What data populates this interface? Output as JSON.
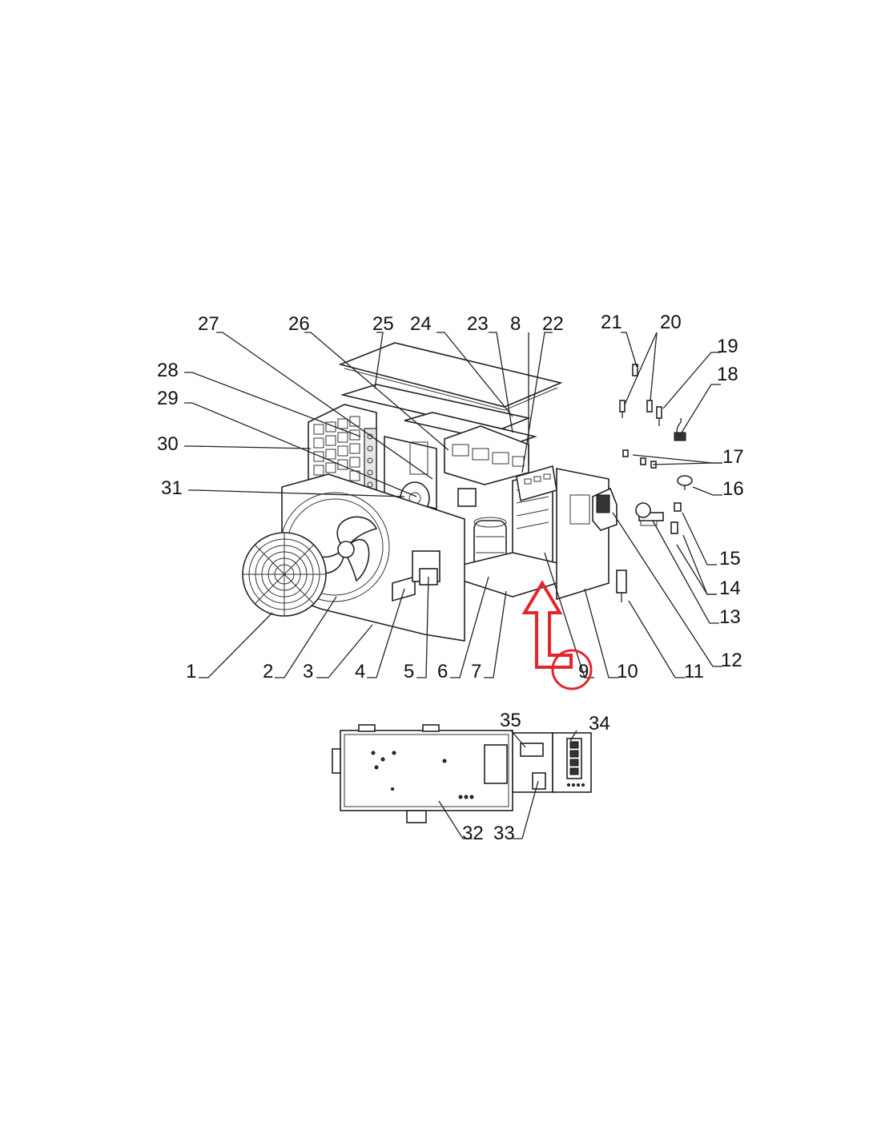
{
  "labels": {
    "l1": "1",
    "l2": "2",
    "l3": "3",
    "l4": "4",
    "l5": "5",
    "l6": "6",
    "l7": "7",
    "l8": "8",
    "l9": "9",
    "l10": "10",
    "l11": "11",
    "l12": "12",
    "l13": "13",
    "l14": "14",
    "l15": "15",
    "l16": "16",
    "l17": "17",
    "l18": "18",
    "l19": "19",
    "l20": "20",
    "l21": "21",
    "l22": "22",
    "l23": "23",
    "l24": "24",
    "l25": "25",
    "l26": "26",
    "l27": "27",
    "l28": "28",
    "l29": "29",
    "l30": "30",
    "l31": "31",
    "l32": "32",
    "l33": "33",
    "l34": "34",
    "l35": "35"
  },
  "highlight": {
    "part": "9",
    "color": "#e3262b"
  }
}
